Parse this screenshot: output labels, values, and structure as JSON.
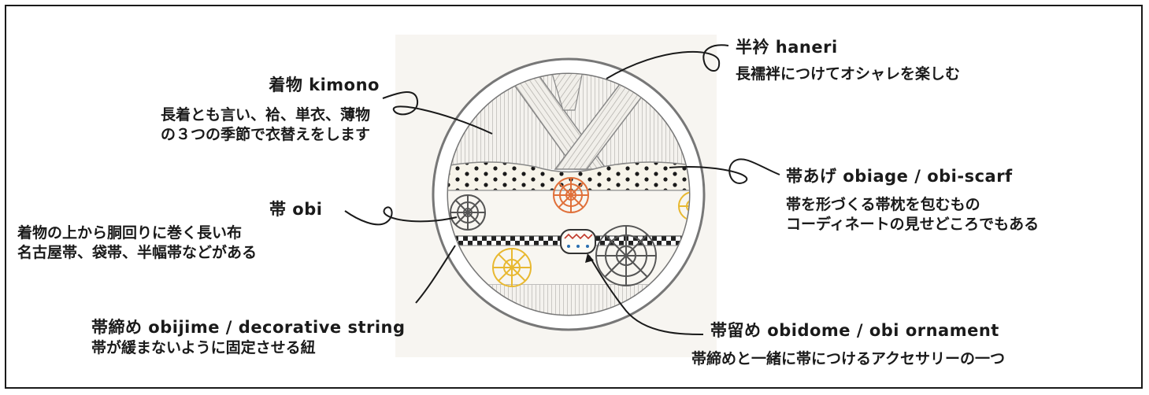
{
  "labels": {
    "kimono": {
      "title": "着物 kimono",
      "desc": [
        "長着とも言い、袷、単衣、薄物",
        "の３つの季節で衣替えをします"
      ]
    },
    "haneri": {
      "title": "半衿 haneri",
      "desc": [
        "長襦袢につけてオシャレを楽しむ"
      ]
    },
    "obiage": {
      "title": "帯あげ obiage / obi-scarf",
      "desc": [
        "帯を形づくる帯枕を包むもの",
        "コーディネートの見せどころでもある"
      ]
    },
    "obi": {
      "title": "帯 obi",
      "desc": [
        "着物の上から胴回りに巻く長い布",
        "名古屋帯、袋帯、半幅帯などがある"
      ]
    },
    "obijime": {
      "title": "帯締め obijime / decorative string",
      "desc": [
        "帯が緩まないように固定させる紐"
      ]
    },
    "obidome": {
      "title": "帯留め obidome / obi ornament",
      "desc": [
        "帯締めと一緒に帯につけるアクセサリーの一つ"
      ]
    }
  },
  "colors": {
    "ink": "#1a1a1a",
    "pencil": "#8a8a8a",
    "flower_orange": "#e0703a",
    "flower_yellow": "#e8b830",
    "flower_gray": "#555555"
  }
}
